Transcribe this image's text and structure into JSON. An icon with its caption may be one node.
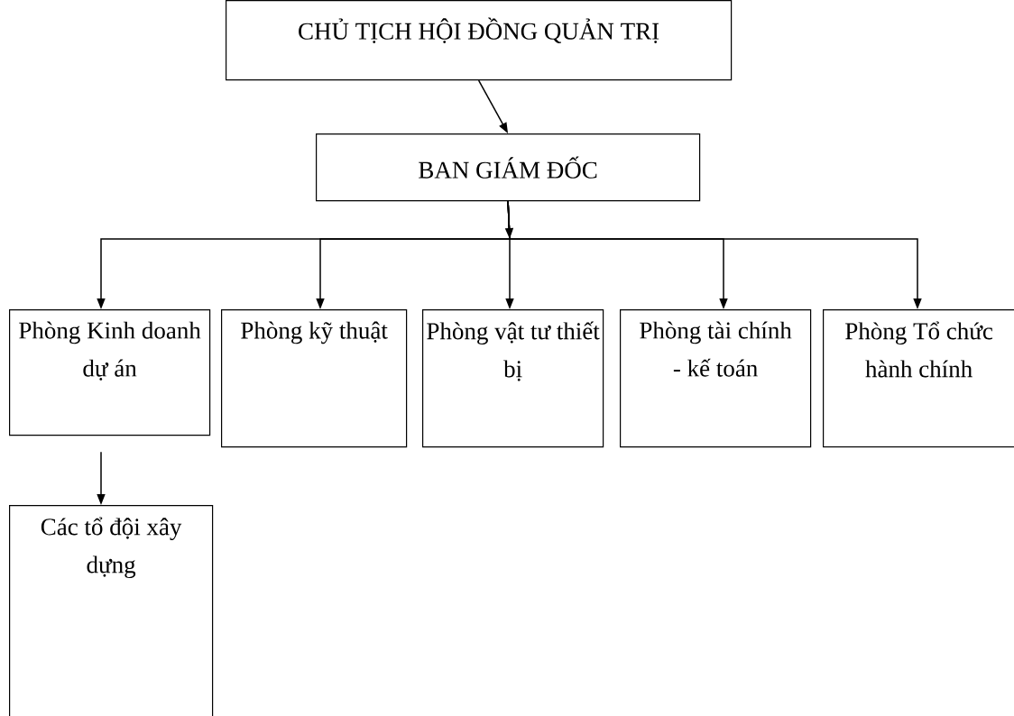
{
  "diagram": {
    "nodes": [
      {
        "text": [
          "CHỦ TỊCH HỘI ĐỒNG QUẢN TRỊ"
        ]
      },
      {
        "text": [
          "BAN GIÁM ĐỐC"
        ]
      },
      {
        "text": [
          "Phòng Kinh doanh dự án"
        ]
      },
      {
        "text": [
          "Phòng kỹ thuật"
        ]
      },
      {
        "text": [
          "Phòng vật tư thiết bị"
        ]
      },
      {
        "text": [
          "Phòng tài chính - kế toán"
        ]
      },
      {
        "text": [
          "Phòng Tổ chức hành chính"
        ]
      },
      {
        "text": [
          "Các tổ đội xây dựng"
        ]
      }
    ],
    "edges": [
      {
        "from": 0,
        "to": 1,
        "arrow": "to"
      },
      {
        "from": 1,
        "to": 2,
        "arrow": "to"
      },
      {
        "from": 1,
        "to": 3,
        "arrow": "to"
      },
      {
        "from": 1,
        "to": 4,
        "arrow": "to"
      },
      {
        "from": 1,
        "to": 5,
        "arrow": "to"
      },
      {
        "from": 1,
        "to": 6,
        "arrow": "to"
      },
      {
        "from": 2,
        "to": 7,
        "arrow": "to"
      }
    ]
  }
}
